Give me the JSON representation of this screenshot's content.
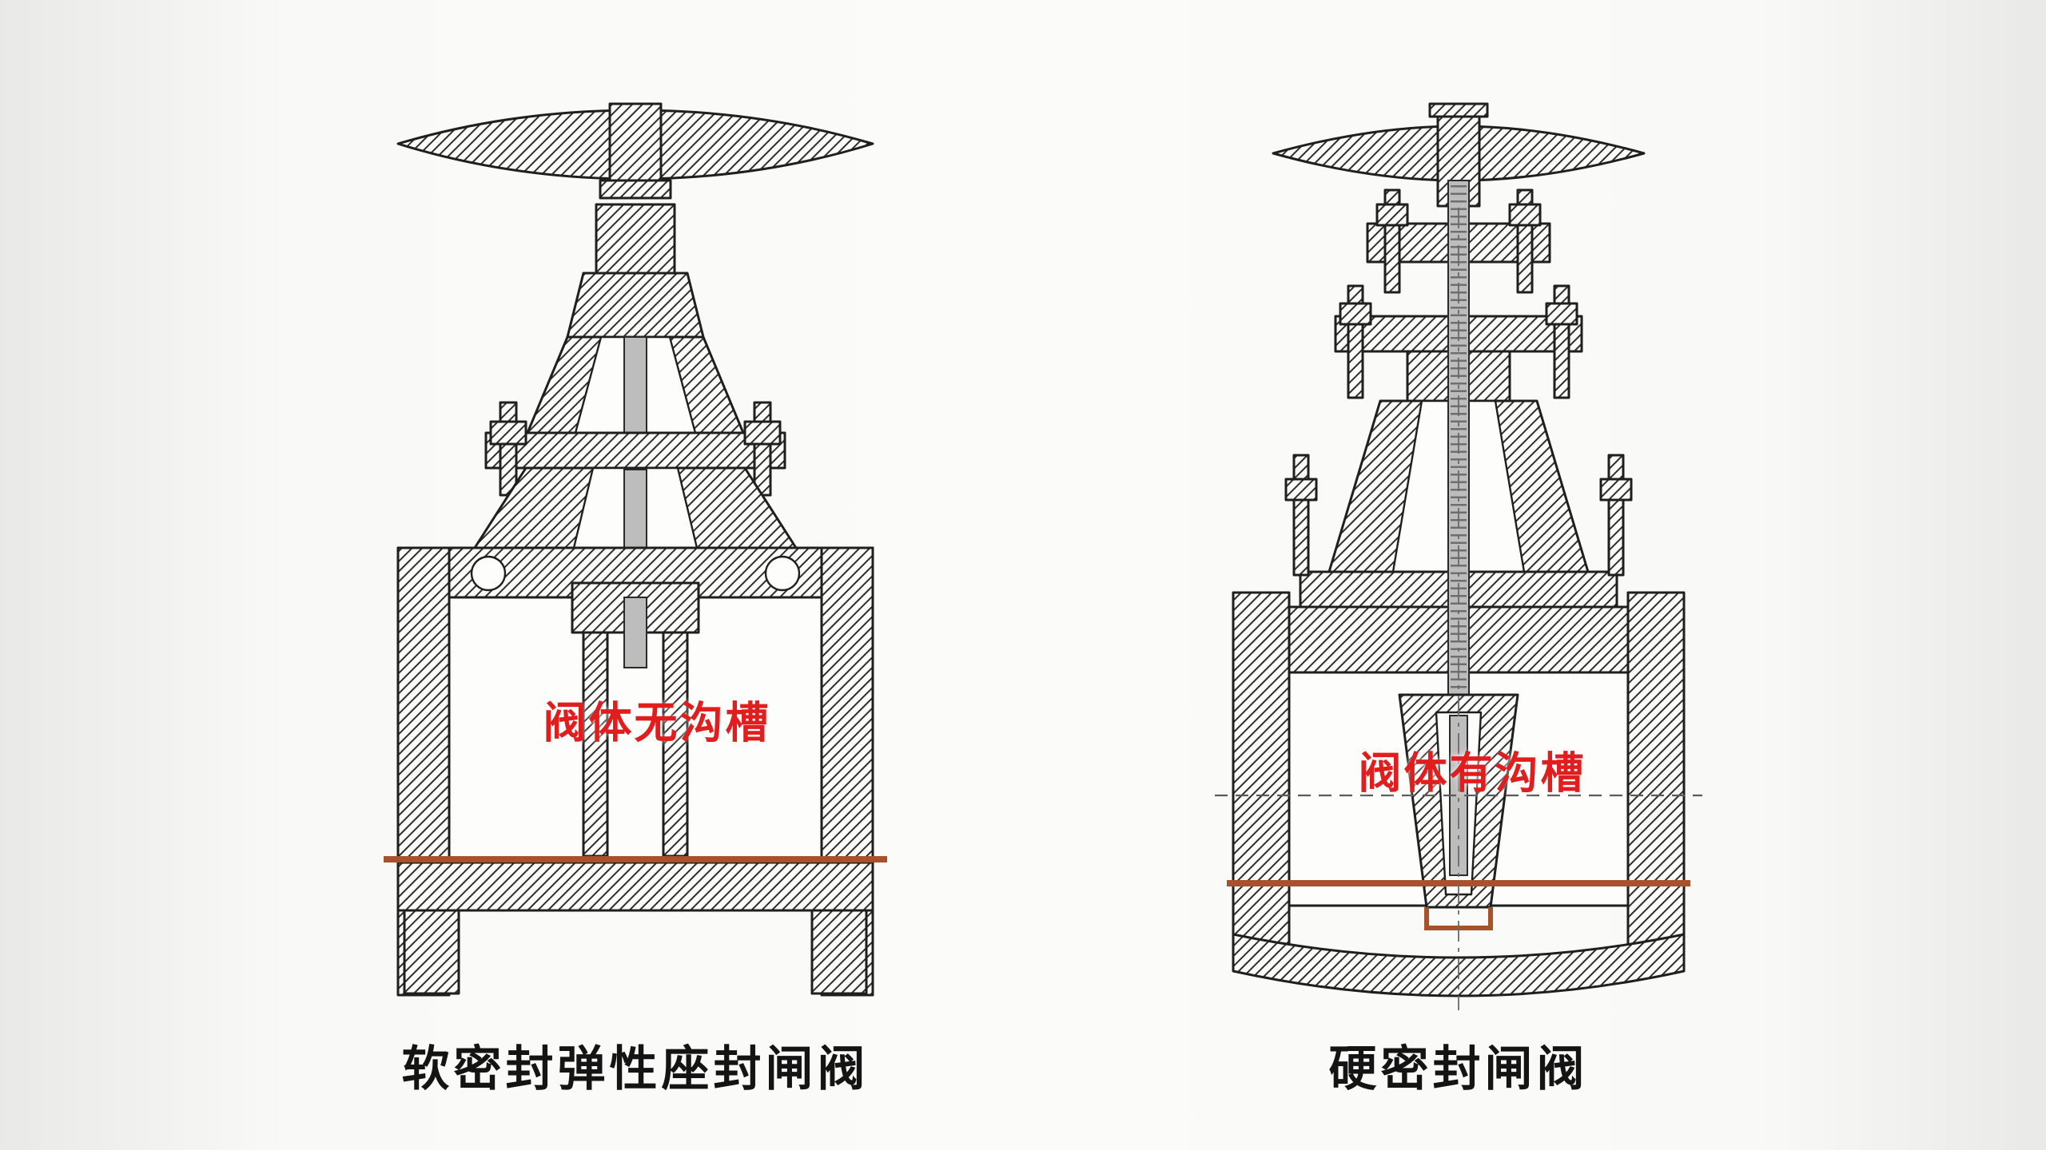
{
  "figure": {
    "left_valve": {
      "annotation": "阀体无沟槽",
      "caption": "软密封弹性座封闸阀"
    },
    "right_valve": {
      "annotation": "阀体有沟槽",
      "caption": "硬密封闸阀"
    }
  },
  "colors": {
    "annotation_red": "#e21d1d",
    "seat_highlight": "#a8522c",
    "line_ink": "#1f1f1f",
    "paper": "#f5f5f3"
  }
}
